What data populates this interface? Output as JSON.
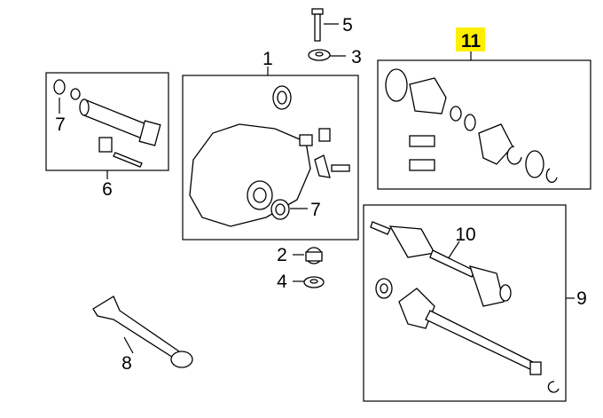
{
  "diagram": {
    "callouts": {
      "c1": "1",
      "c2": "2",
      "c3": "3",
      "c4": "4",
      "c5": "5",
      "c6": "6",
      "c7a": "7",
      "c7b": "7",
      "c8": "8",
      "c9": "9",
      "c10": "10",
      "c11": "11"
    },
    "highlight_color": "#ffee00",
    "highlighted_callout": "11"
  }
}
